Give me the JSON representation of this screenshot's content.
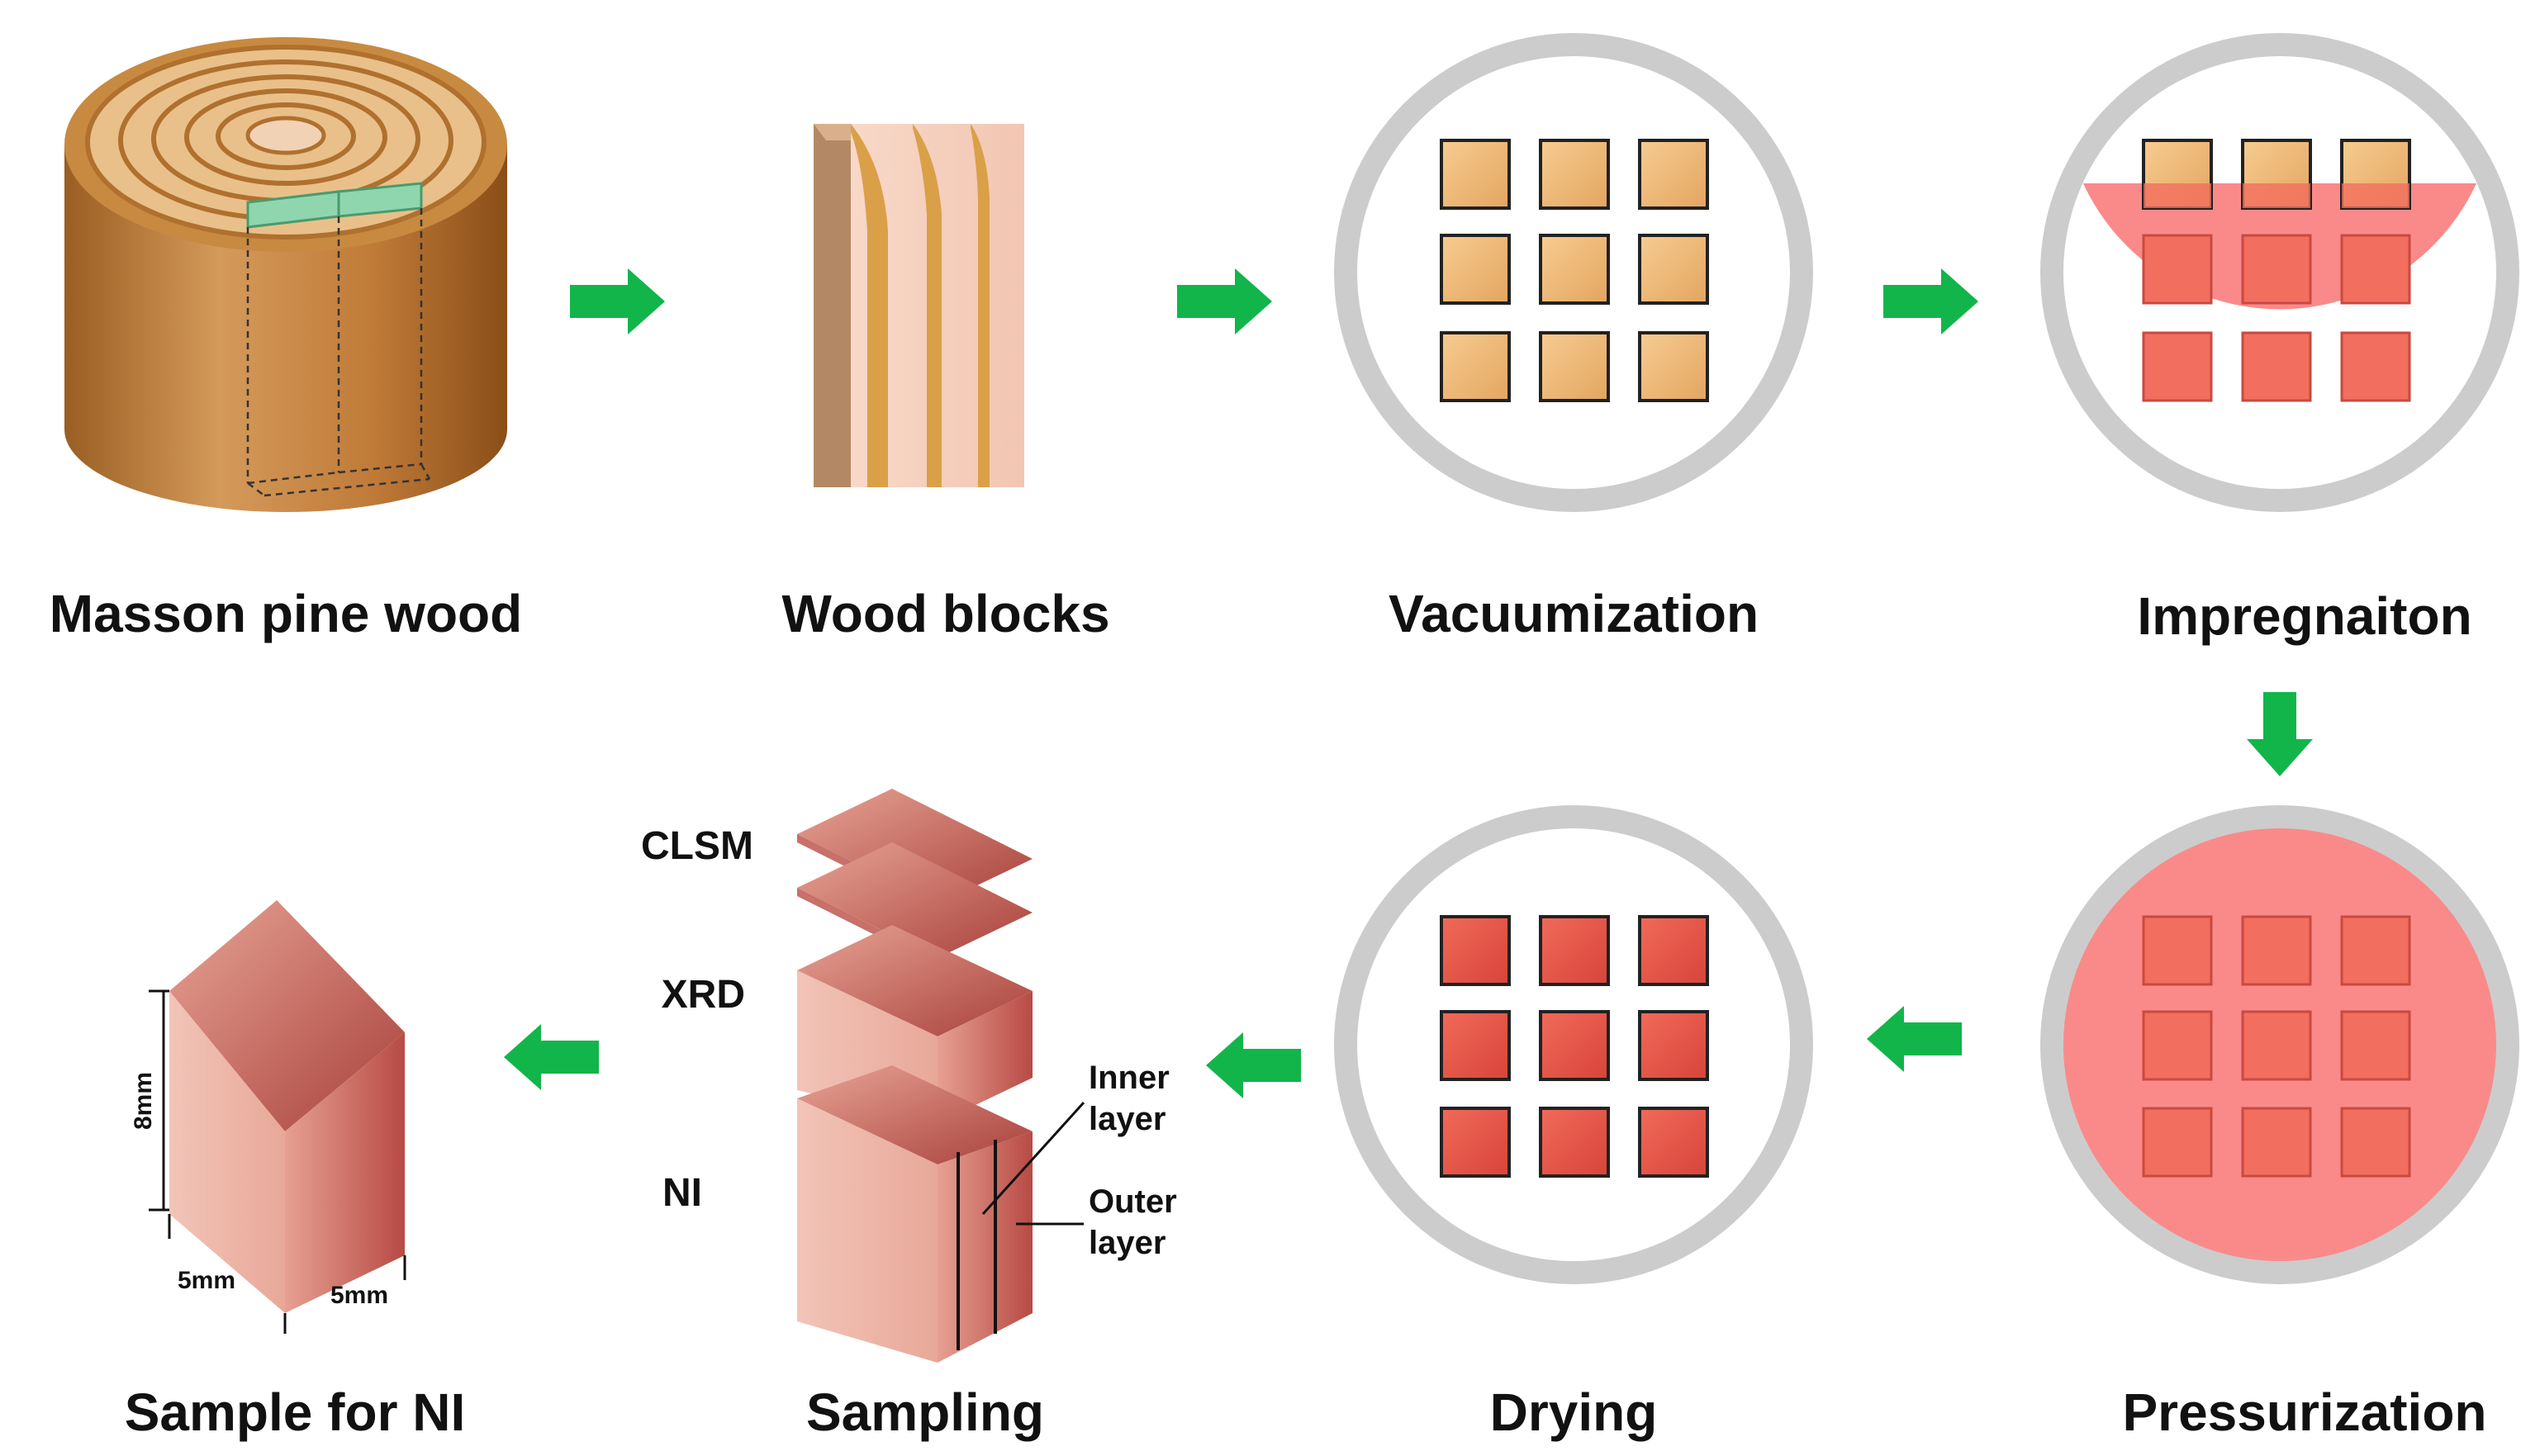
{
  "stages": {
    "masson": "Masson pine wood",
    "blocks": "Wood blocks",
    "vacuum": "Vacuumization",
    "impreg": "Impregnaiton",
    "pressure": "Pressurization",
    "drying": "Drying",
    "sampling": "Sampling",
    "sample_ni": "Sample for NI"
  },
  "sampling_labels": {
    "clsm": "CLSM",
    "xrd": "XRD",
    "ni": "NI",
    "inner_1": "Inner",
    "inner_2": "layer",
    "outer_1": "Outer",
    "outer_2": "layer"
  },
  "dimensions": {
    "height": "8mm",
    "depth": "5mm",
    "width": "5mm"
  },
  "colors": {
    "arrow": "#12b54a",
    "dish_ring": "#cccccc",
    "untreated_block": "#f0c080",
    "treated_block": "#e8544a",
    "impregnation_liquid": "#fa8a8a"
  }
}
